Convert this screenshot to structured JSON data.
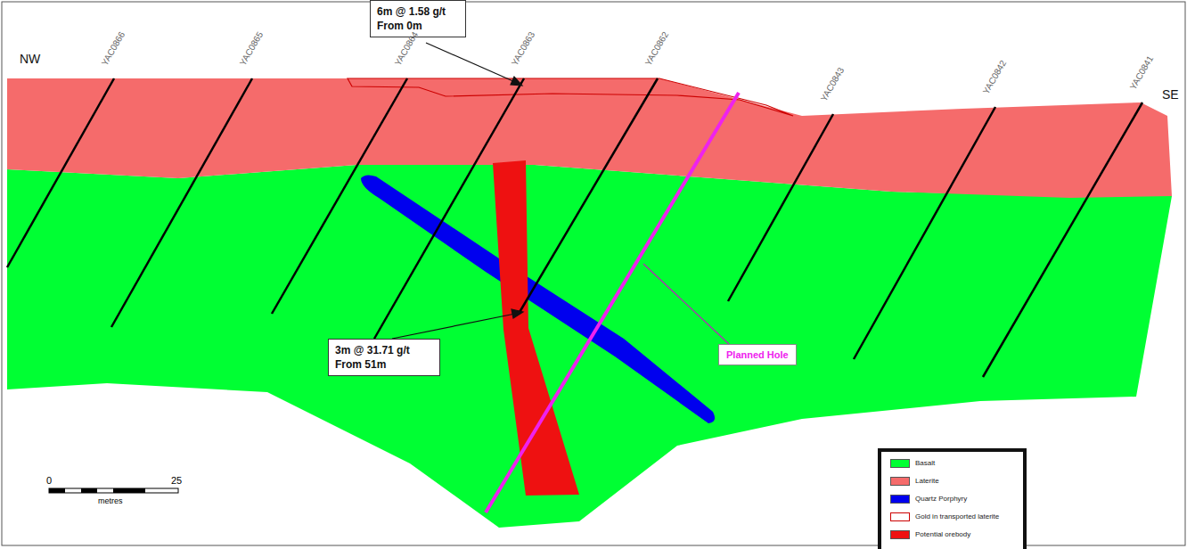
{
  "diagram": {
    "nodes": [
      {
        "text": [
          "6m @ 1.58 g/t From 0m"
        ]
      },
      {
        "text": [
          "3m @ 31.71 g/t From 51m"
        ]
      },
      {
        "text": [
          "Planned Hole"
        ]
      }
    ],
    "labels": [
      "NW",
      "SE",
      "YAC0866",
      "YAC0865",
      "YAC0864",
      "YAC0863",
      "YAC0862",
      "YAC0843",
      "YAC0842",
      "YAC0841",
      "0",
      "25",
      "metres"
    ],
    "legend": [
      {
        "text": "Basalt",
        "color": "#00ff33"
      },
      {
        "text": "Laterite",
        "color": "#f56b6b"
      },
      {
        "text": "Quartz Porphyry",
        "color": "#0000ee"
      },
      {
        "text": "Gold in transported laterite"
      },
      {
        "text": "Potential orebody",
        "color": "#ee1111"
      }
    ]
  }
}
